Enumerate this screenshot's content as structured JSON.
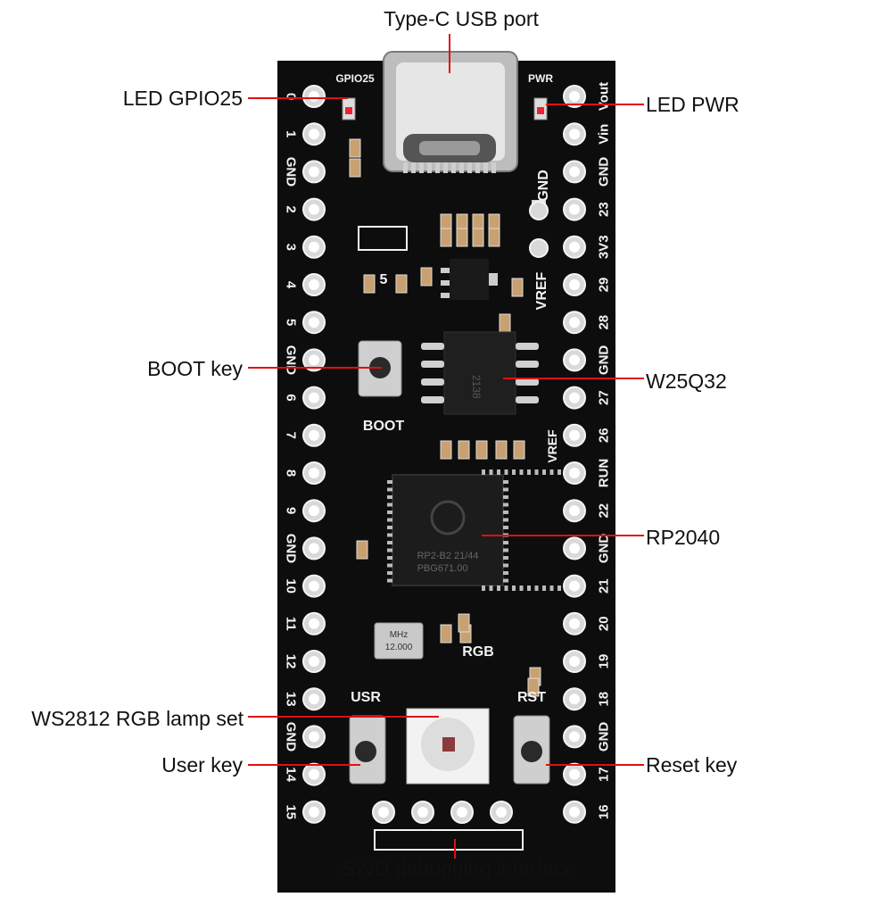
{
  "callouts": {
    "usb_port": "Type-C USB port",
    "led_gpio25": "LED GPIO25",
    "led_pwr": "LED PWR",
    "boot_key": "BOOT key",
    "flash": "W25Q32",
    "mcu": "RP2040",
    "rgb_lamp": "WS2812 RGB lamp set",
    "user_key": "User key",
    "reset_key": "Reset key",
    "swd": "SWD debugging interface"
  },
  "silkscreen": {
    "gpio25": "GPIO25",
    "pwr": "PWR",
    "boot": "BOOT",
    "rgb": "RGB",
    "usr": "USR",
    "rst": "RST",
    "vref": "VREF",
    "five": "5",
    "crystal_top": "MHz",
    "crystal_bottom": "12.000",
    "chip_line1": "RP2-B2  21/44",
    "chip_line2": "PBG671.00",
    "flash_mark": "2138",
    "left_pins": [
      "0",
      "1",
      "GND",
      "2",
      "3",
      "4",
      "5",
      "GND",
      "6",
      "7",
      "8",
      "9",
      "GND",
      "10",
      "11",
      "12",
      "13",
      "GND",
      "14",
      "15"
    ],
    "right_pins": [
      "Vout",
      "Vin",
      "GND",
      "23",
      "3V3",
      "29",
      "28",
      "GND",
      "27",
      "26",
      "RUN",
      "22",
      "GND",
      "21",
      "20",
      "19",
      "18",
      "GND",
      "17",
      "16"
    ]
  },
  "colors": {
    "board": "#0d0d0d",
    "silk": "#f2f2f2",
    "callout_line": "#e01010",
    "pad": "#d9d9d9"
  }
}
